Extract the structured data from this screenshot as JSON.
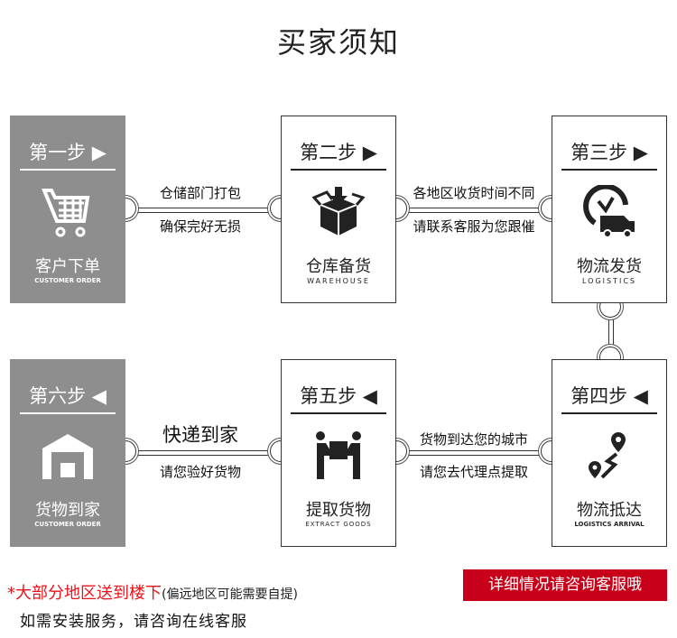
{
  "title": "买家须知",
  "steps": [
    {
      "step": "第一步 ▶",
      "name": "客户下单",
      "sub": "CUSTOMER ORDER",
      "icon": "shopping-cart-icon"
    },
    {
      "step": "第二步 ▶",
      "name": "仓库备货",
      "sub": "WAREHOUSE",
      "icon": "box-icon"
    },
    {
      "step": "第三步 ▶",
      "name": "物流发货",
      "sub": "LOGISTICS",
      "icon": "delivery-truck-icon"
    },
    {
      "step": "第四步 ◀",
      "name": "物流抵达",
      "sub": "LOGISTICS ARRIVAL",
      "icon": "map-pin-route-icon"
    },
    {
      "step": "第五步 ◀",
      "name": "提取货物",
      "sub": "EXTRACT GOODS",
      "icon": "people-carrying-box-icon"
    },
    {
      "step": "第六步 ◀",
      "name": "货物到家",
      "sub": "CUSTOMER ORDER",
      "icon": "warehouse-icon"
    }
  ],
  "connectors": [
    {
      "top": "仓储部门打包",
      "bottom": "确保完好无损"
    },
    {
      "top": "各地区收货时间不同",
      "bottom": "请联系客服为您跟催"
    },
    {
      "top": "货物到达您的城市",
      "bottom": "请您去代理点提取"
    },
    {
      "top": "快递到家",
      "bottom": "请您验好货物"
    }
  ],
  "notes": {
    "red": "*大部分地区送到楼下",
    "paren": "(偏远地区可能需要自提)",
    "install": "如需安装服务，请咨询在线客服",
    "button": "详细情况请咨询客服哦"
  },
  "colors": {
    "gray": "#8e8e8e",
    "red": "#c8001a"
  }
}
